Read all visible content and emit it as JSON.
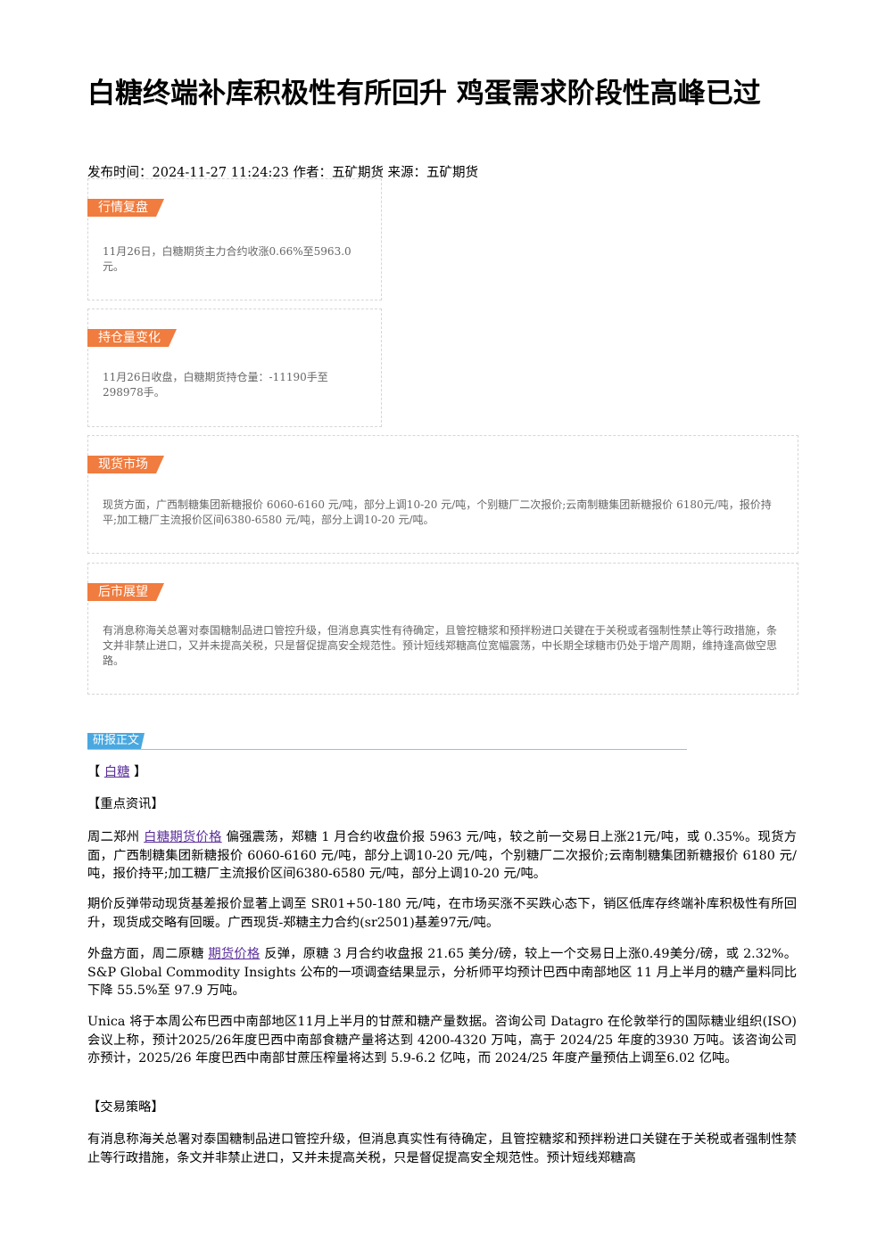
{
  "title": "白糖终端补库积极性有所回升 鸡蛋需求阶段性高峰已过",
  "meta": "发布时间：2024-11-27 11:24:23 作者：五矿期货 来源：五矿期货",
  "boxes": [
    {
      "tag": "行情复盘",
      "text": "11月26日，白糖期货主力合约收涨0.66%至5963.0元。"
    },
    {
      "tag": "持仓量变化",
      "text": "11月26日收盘，白糖期货持仓量：-11190手至298978手。"
    },
    {
      "tag": "现货市场",
      "text": "现货方面，广西制糖集团新糖报价 6060-6160 元/吨，部分上调10-20 元/吨，个别糖厂二次报价;云南制糖集团新糖报价 6180元/吨，报价持平;加工糖厂主流报价区间6380-6580 元/吨，部分上调10-20 元/吨。"
    },
    {
      "tag": "后市展望",
      "text": "有消息称海关总署对泰国糖制品进口管控升级，但消息真实性有待确定，且管控糖浆和预拌粉进口关键在于关税或者强制性禁止等行政措施，条文并非禁止进口，又并未提高关税，只是督促提高安全规范性。预计短线郑糖高位宽幅震荡，中长期全球糖市仍处于增产周期，维持逢高做空思路。"
    }
  ],
  "section_label": "研报正文",
  "body": {
    "category_open": "【",
    "category_link": "白糖",
    "category_close": "】",
    "heading1": "【重点资讯】",
    "p1_a": "周二郑州 ",
    "p1_link": "白糖期货价格",
    "p1_b": " 偏强震荡，郑糖 1 月合约收盘价报 5963 元/吨，较之前一交易日上涨21元/吨，或 0.35%。现货方面，广西制糖集团新糖报价 6060-6160 元/吨，部分上调10-20 元/吨，个别糖厂二次报价;云南制糖集团新糖报价 6180 元/吨，报价持平;加工糖厂主流报价区间6380-6580 元/吨，部分上调10-20 元/吨。",
    "p2": "期价反弹带动现货基差报价显著上调至 SR01+50-180 元/吨，在市场买涨不买跌心态下，销区低库存终端补库积极性有所回升，现货成交略有回暖。广西现货-郑糖主力合约(sr2501)基差97元/吨。",
    "p3_a": "外盘方面，周二原糖 ",
    "p3_link": "期货价格",
    "p3_b": " 反弹，原糖 3 月合约收盘报 21.65 美分/磅，较上一个交易日上涨0.49美分/磅，或 2.32%。S&P Global Commodity Insights 公布的一项调查结果显示，分析师平均预计巴西中南部地区 11 月上半月的糖产量料同比下降 55.5%至 97.9 万吨。",
    "p4": "Unica 将于本周公布巴西中南部地区11月上半月的甘蔗和糖产量数据。咨询公司 Datagro 在伦敦举行的国际糖业组织(ISO)会议上称，预计2025/26年度巴西中南部食糖产量将达到 4200-4320 万吨，高于 2024/25 年度的3930 万吨。该咨询公司亦预计，2025/26 年度巴西中南部甘蔗压榨量将达到 5.9-6.2 亿吨，而 2024/25 年度产量预估上调至6.02 亿吨。",
    "heading2": "【交易策略】",
    "p5": "有消息称海关总署对泰国糖制品进口管控升级，但消息真实性有待确定，且管控糖浆和预拌粉进口关键在于关税或者强制性禁止等行政措施，条文并非禁止进口，又并未提高关税，只是督促提高安全规范性。预计短线郑糖高"
  }
}
